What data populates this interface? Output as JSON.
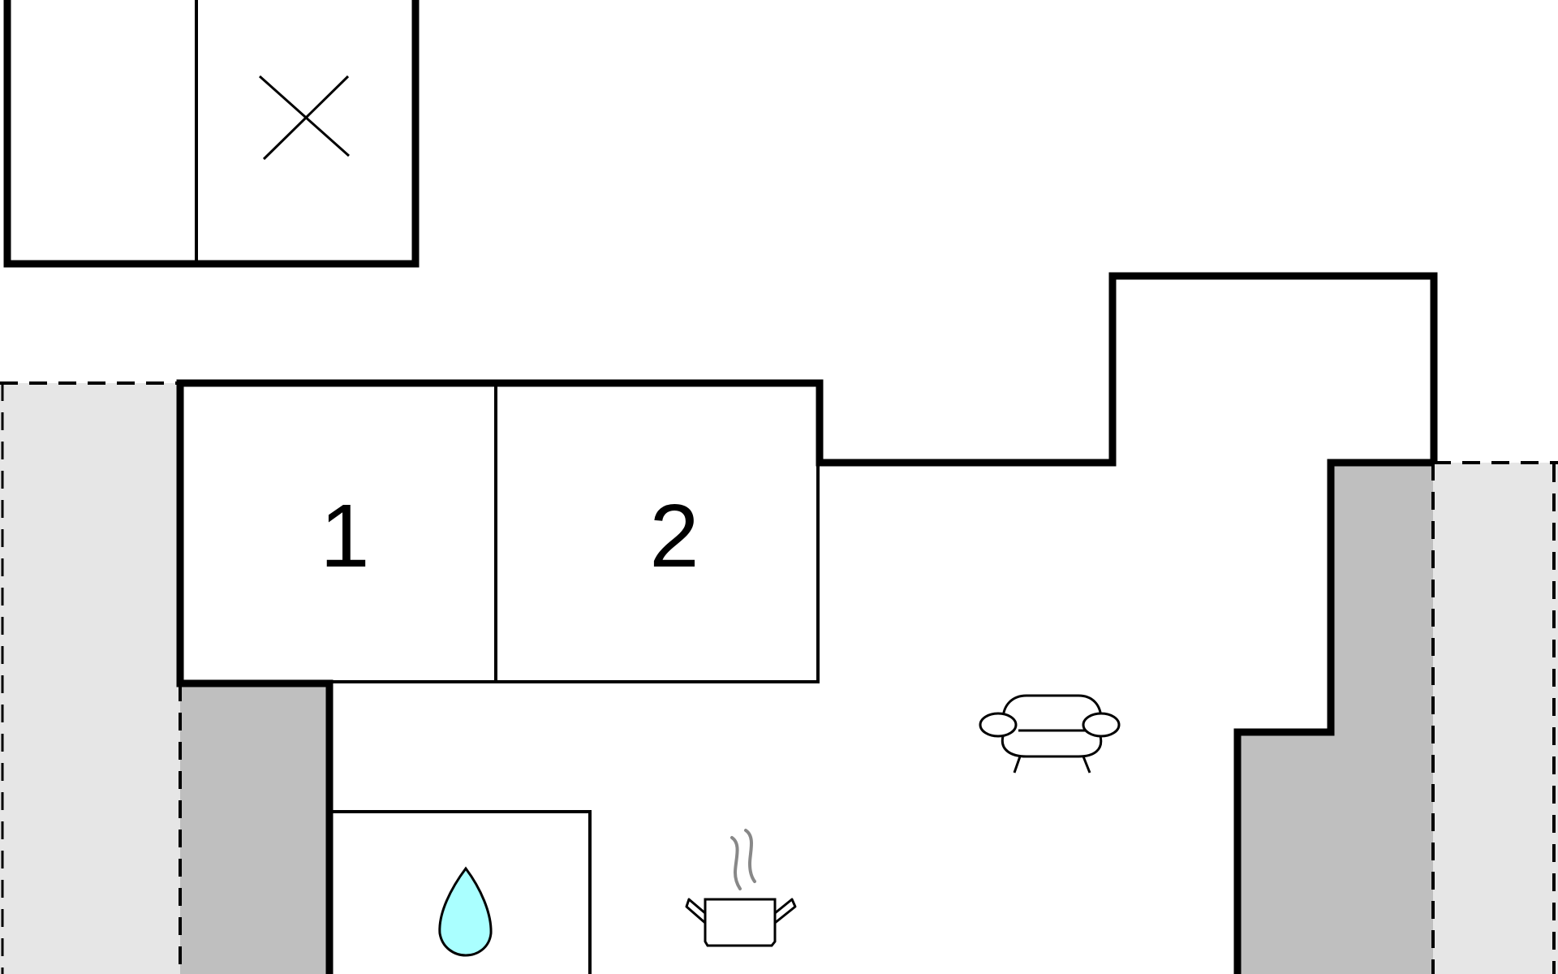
{
  "floorplan": {
    "rooms": [
      {
        "id": "bedroom-1",
        "label": "1"
      },
      {
        "id": "bedroom-2",
        "label": "2"
      }
    ],
    "icons": [
      "closed-room-x-icon",
      "water-drop-icon",
      "sofa-icon",
      "cooking-pot-icon"
    ],
    "colors": {
      "wall": "#000000",
      "terrace": "#e6e6e6",
      "covered_terrace": "#bfbfbf",
      "water": "#aaffff",
      "steam": "#888888"
    }
  }
}
